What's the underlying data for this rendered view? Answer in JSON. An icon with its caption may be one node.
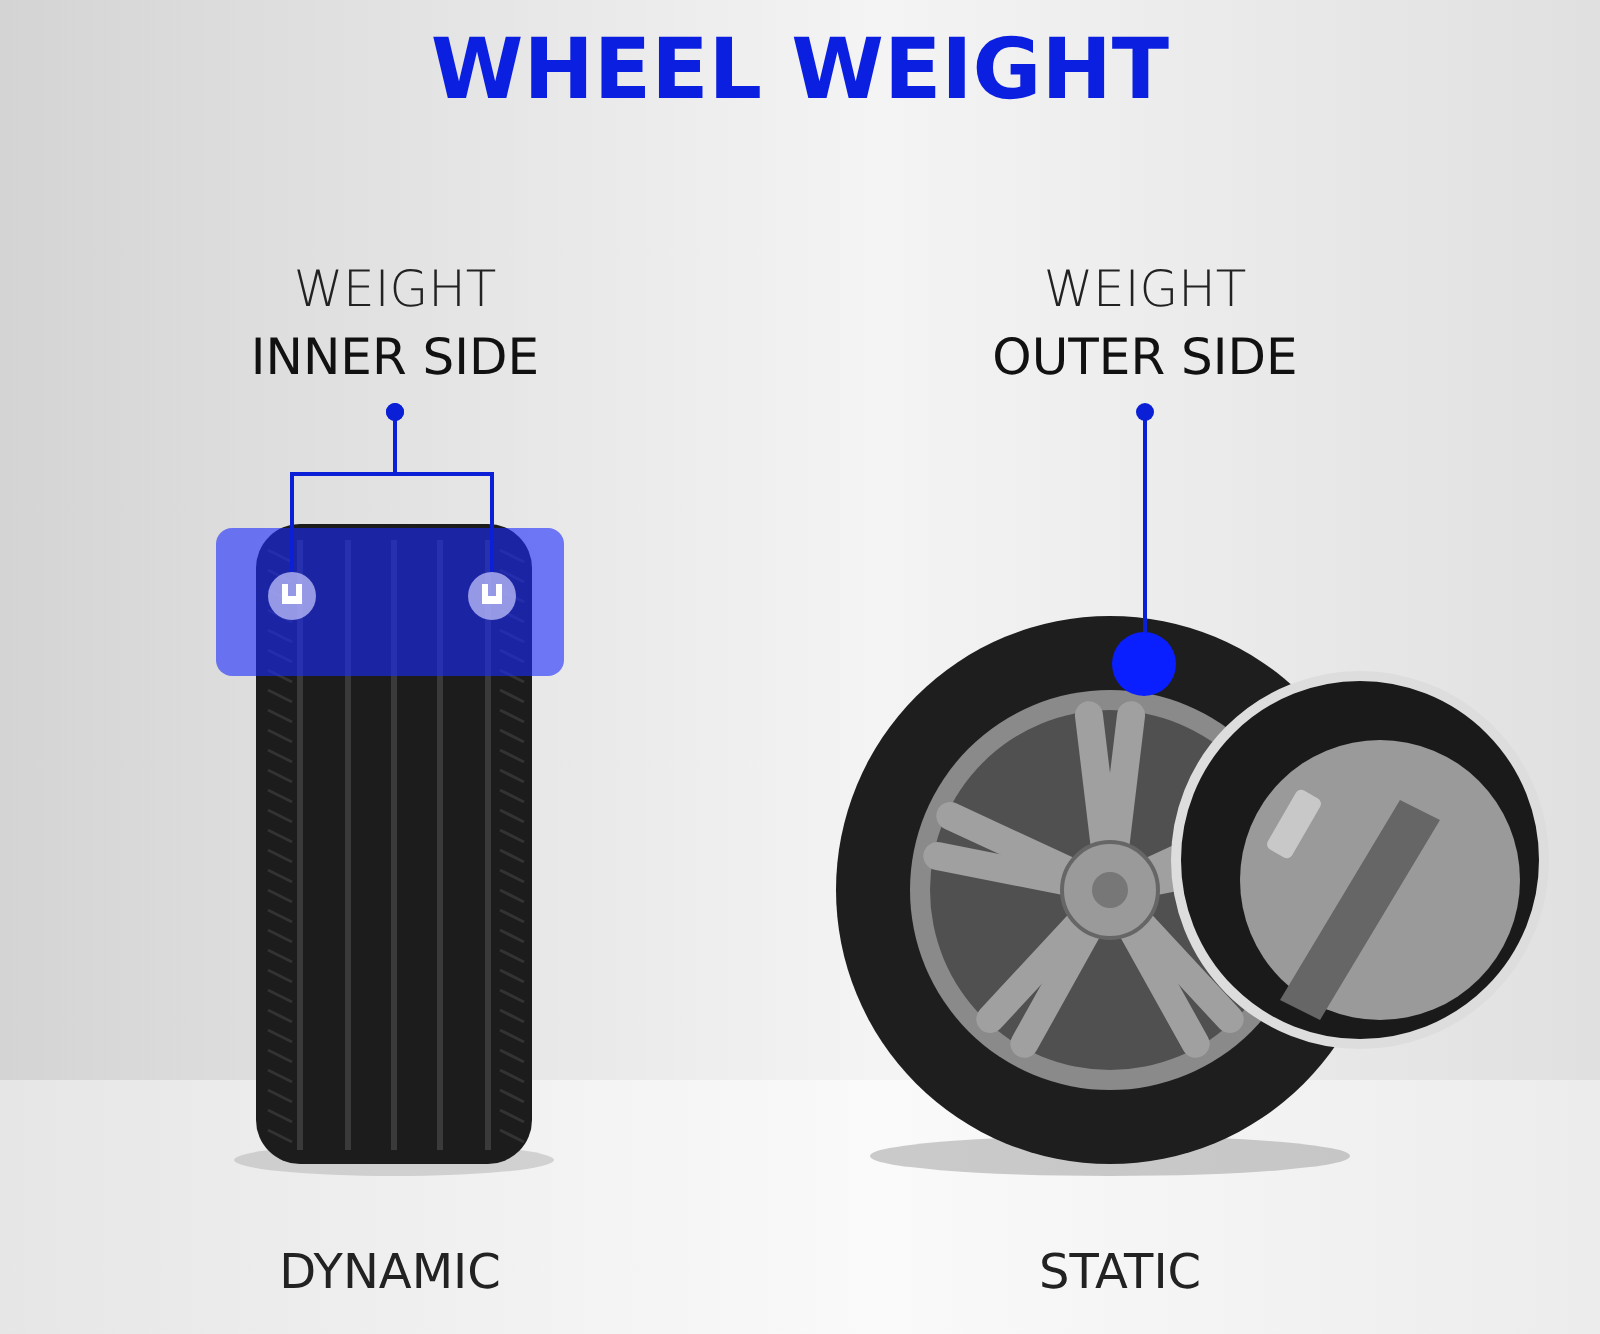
{
  "diagram": {
    "title": "WHEEL WEIGHT",
    "nodes": [
      {
        "text": [
          "WEIGHT",
          "INNER SIDE"
        ]
      },
      {
        "text": [],
        "shape": "circle"
      },
      {
        "text": [],
        "shape": "circle"
      },
      {
        "text": [
          "WEIGHT",
          "OUTER SIDE"
        ]
      },
      {
        "text": [],
        "shape": "circle"
      }
    ],
    "edges": [
      {
        "from": 0,
        "to": 1,
        "arrow": "other",
        "color": "#0a1fd6"
      },
      {
        "from": 0,
        "to": 2,
        "arrow": "other",
        "color": "#0a1fd6"
      },
      {
        "from": 3,
        "to": 4,
        "arrow": "other",
        "color": "#0a1fd6"
      }
    ],
    "labels": [
      "DYNAMIC",
      "STATIC"
    ]
  }
}
